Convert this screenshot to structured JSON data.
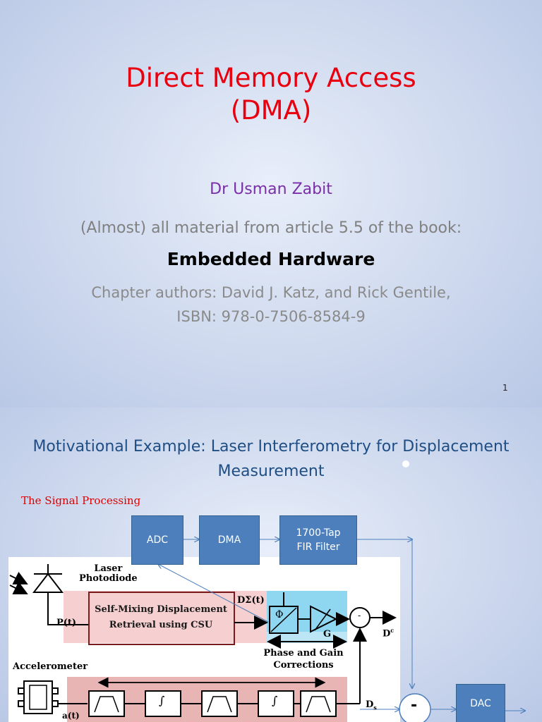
{
  "slide1": {
    "title_line1": "Direct Memory Access",
    "title_line2": "(DMA)",
    "author": "Dr Usman Zabit",
    "material_note": "(Almost) all material from article 5.5 of the book:",
    "book_title": "Embedded Hardware",
    "chapter_authors": "Chapter authors: David J. Katz, and Rick Gentile,",
    "isbn": "ISBN: 978-0-7506-8584-9",
    "page_number": "1"
  },
  "slide2": {
    "title_line1": "Motivational Example: Laser Interferometry for Displacement",
    "title_line2": "Measurement",
    "signal_processing_label": "The Signal Processing",
    "blocks": {
      "adc": "ADC",
      "dma": "DMA",
      "fir_line1": "1700-Tap",
      "fir_line2": "FIR Filter",
      "dac": "DAC"
    },
    "diagram": {
      "laser_label": "Laser",
      "photodiode_label": "Photodiode",
      "pt_label": "P(t)",
      "csu_line1": "Self-Mixing Displacement",
      "csu_line2": "Retrieval using CSU",
      "dsigma_label": "DΣ(t)",
      "phi_label": "Φ",
      "g_label": "G",
      "phase_gain_line1": "Phase and Gain",
      "phase_gain_line2": "Corrections",
      "minus_symbol": "-",
      "dc_label": "D",
      "dc_superscript": "c",
      "accelerometer_label": "Accelerometer",
      "ds_label": "D",
      "ds_subscript": "s",
      "acc_label": "a",
      "acc_suffix": "(t)",
      "integral_symbol": "∫",
      "big_minus": "-"
    },
    "colors": {
      "title": "#1f4e85",
      "block_fill": "#4d7fbc",
      "pink_region": "#f6d0d0",
      "cyan_region": "#8fd6f0"
    }
  }
}
